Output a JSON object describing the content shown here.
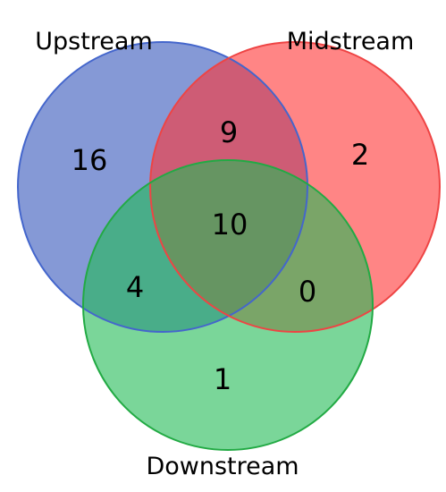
{
  "sets": {
    "upstream": {
      "label": "Upstream",
      "fill": "#3355bb",
      "stroke": "#4466cc"
    },
    "midstream": {
      "label": "Midstream",
      "fill": "#ff3333",
      "stroke": "#ee4444"
    },
    "downstream": {
      "label": "Downstream",
      "fill": "#22bb55",
      "stroke": "#22aa44"
    }
  },
  "regions": {
    "upstream_only": "16",
    "midstream_only": "2",
    "downstream_only": "1",
    "upstream_midstream": "9",
    "upstream_downstream": "4",
    "midstream_downstream": "0",
    "all_three": "10"
  }
}
